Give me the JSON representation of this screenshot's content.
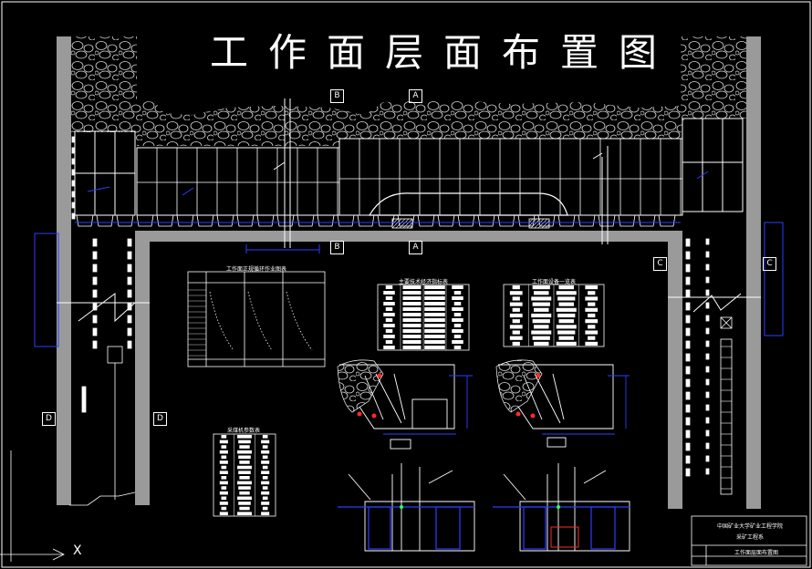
{
  "drawing": {
    "title": "工作面层面布置图",
    "section_labels": {
      "b_top": "B",
      "a_top": "A",
      "b_bottom": "B",
      "a_bottom": "A",
      "c_left": "C",
      "c_right": "C",
      "d_left": "D",
      "d_right": "D"
    },
    "table_captions": {
      "work_schedule": "工作面正规循环作业图表",
      "tech_params": "主要技术经济指标表",
      "equipment": "工作面设备一览表",
      "support": "采煤机参数表"
    },
    "title_block": {
      "school": "中国矿业大学矿业工程学院",
      "dept": "采矿工程系",
      "drawing_name": "工作面层面布置图"
    },
    "axis_label": "X"
  },
  "colors": {
    "background": "#000000",
    "line": "#ffffff",
    "accent": "#2f3cff",
    "gray": "#9a9a9a",
    "red": "#ff2a2a",
    "cyan": "#2fd5ff",
    "green": "#2fff52"
  }
}
